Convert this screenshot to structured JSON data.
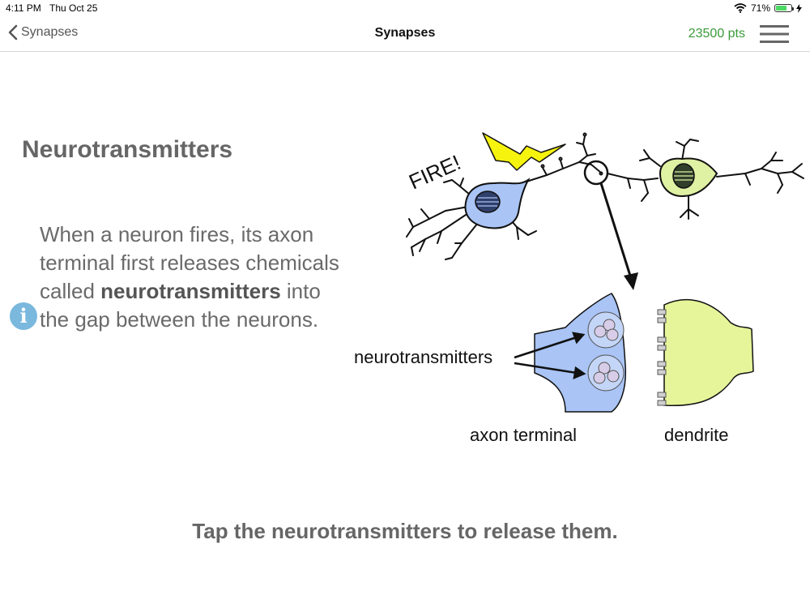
{
  "status_bar": {
    "time": "4:11 PM",
    "date": "Thu Oct 25",
    "battery_percent": "71%",
    "battery_level": 0.71
  },
  "nav": {
    "back_label": "Synapses",
    "title": "Synapses",
    "points": "23500 pts"
  },
  "lesson": {
    "title": "Neurotransmitters",
    "body_part1": "When a neuron fires, its axon terminal first releases chemicals called ",
    "body_bold": "neurotransmitters",
    "body_part2": " into the gap between the neurons.",
    "info_glyph": "i"
  },
  "diagram": {
    "fire_label": "FIRE!",
    "neurotransmitters_label": "neurotransmitters",
    "axon_terminal_label": "axon terminal",
    "dendrite_label": "dendrite"
  },
  "instruction": "Tap the neurotransmitters to release them.",
  "colors": {
    "sending_neuron": "#a9c4f5",
    "receiving_neuron": "#dff1a3",
    "lightning": "#f6f30f",
    "vesicle": "#d8cde8",
    "points": "#3a9a3a",
    "info": "#7ab8de"
  }
}
